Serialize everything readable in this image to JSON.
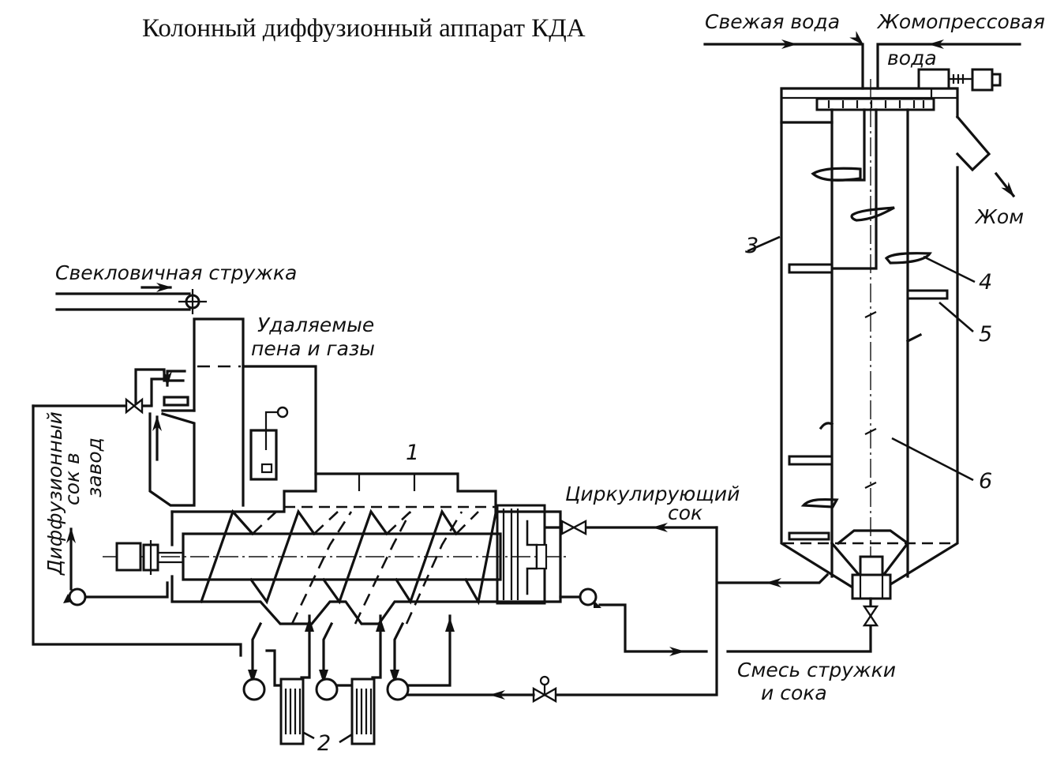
{
  "title": "Колонный диффузионный аппарат КДА",
  "labels": {
    "fresh_water": "Свежая вода",
    "press_water_line1": "Жомопрессовая",
    "press_water_line2": "вода",
    "pulp": "Жом",
    "beet_cossettes": "Свекловичная стружка",
    "foam_gases_line1": "Удаляемые",
    "foam_gases_line2": "пена и газы",
    "diffusion_juice_line1": "Диффузионный",
    "diffusion_juice_line2": "сок в",
    "diffusion_juice_line3": "завод",
    "circulating_juice_line1": "Циркулирующий",
    "circulating_juice_line2": "сок",
    "mixture_line1": "Смесь стружки",
    "mixture_line2": "и сока"
  },
  "callouts": [
    {
      "id": "1",
      "component": "scalder-mixer"
    },
    {
      "id": "2",
      "component": "heat-exchangers"
    },
    {
      "id": "3",
      "component": "column-shell"
    },
    {
      "id": "4",
      "component": "shaft-blades"
    },
    {
      "id": "5",
      "component": "counter-blades"
    },
    {
      "id": "6",
      "component": "vertical-shaft"
    }
  ],
  "colors": {
    "ink": "#111111",
    "paper": "#ffffff"
  }
}
